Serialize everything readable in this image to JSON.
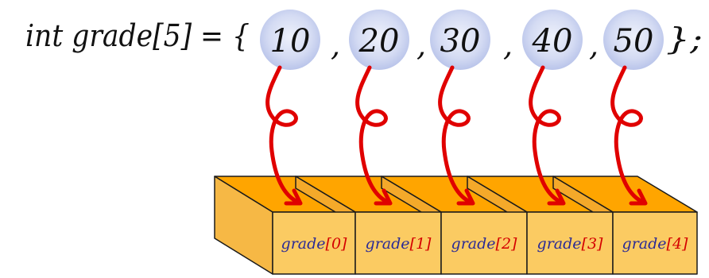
{
  "declaration": {
    "prefix": "int grade[5] = {",
    "separator": ",",
    "suffix": "};"
  },
  "values": [
    "10",
    "20",
    "30",
    "40",
    "50"
  ],
  "cells": [
    {
      "name": "grade",
      "index": "0"
    },
    {
      "name": "grade",
      "index": "1"
    },
    {
      "name": "grade",
      "index": "2"
    },
    {
      "name": "grade",
      "index": "3"
    },
    {
      "name": "grade",
      "index": "4"
    }
  ],
  "colors": {
    "bubble_fill": "#d4dbf3",
    "bubble_edge": "#aab6e2",
    "arrow": "#e00000",
    "box_front": "#fbcb62",
    "box_top": "#ffa500",
    "box_side": "#f6b845",
    "box_stroke": "#1a1a1a",
    "label_name": "#2a2a96",
    "label_index": "#d40000"
  }
}
